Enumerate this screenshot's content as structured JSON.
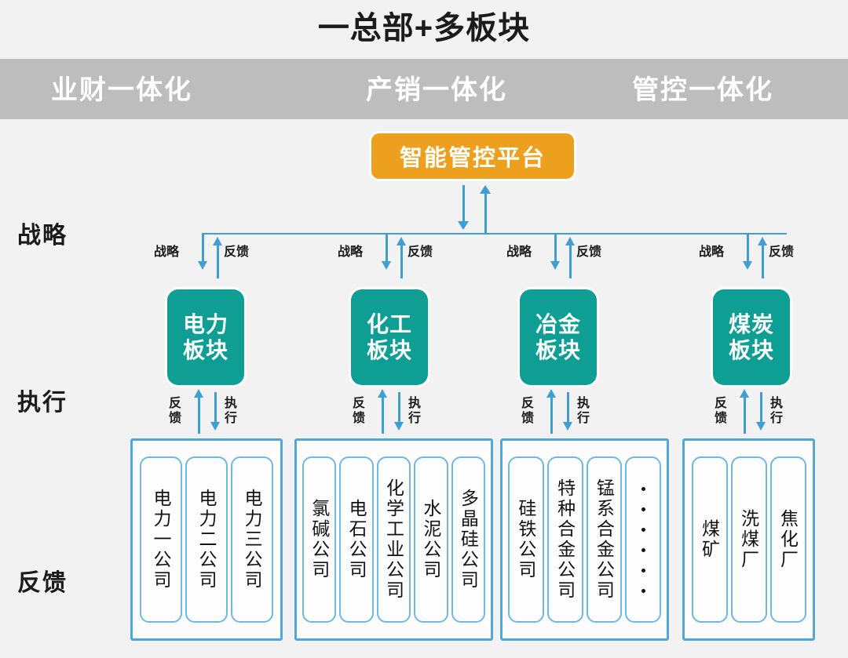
{
  "header": {
    "title": "一总部+多板块",
    "band_labels": [
      "业财一体化",
      "产销一体化",
      "管控一体化"
    ],
    "band_color": "#bdbdbd",
    "background": "#f2f2f2"
  },
  "row_labels": [
    "战略",
    "执行",
    "反馈"
  ],
  "platform": {
    "label": "智能管控平台",
    "color": "#eda01e",
    "text_color": "#ffffff"
  },
  "connectors": {
    "down_label": "战略",
    "up_label": "反馈",
    "exec_down_label": "执行",
    "exec_up_label": "反馈",
    "line_color": "#3f9fd2"
  },
  "sectors": [
    {
      "name": "电力板块",
      "color": "#0e9e93",
      "companies": [
        "电力一公司",
        "电力二公司",
        "电力三公司"
      ]
    },
    {
      "name": "化工板块",
      "color": "#0e9e93",
      "companies": [
        "氯碱公司",
        "电石公司",
        "化学工业公司",
        "水泥公司",
        "多晶硅公司"
      ]
    },
    {
      "name": "冶金板块",
      "color": "#0e9e93",
      "companies": [
        "硅铁公司",
        "特种合金公司",
        "锰系合金公司",
        "dots"
      ]
    },
    {
      "name": "煤炭板块",
      "color": "#0e9e93",
      "companies": [
        "煤矿",
        "洗煤厂",
        "焦化厂"
      ]
    }
  ],
  "group_border_color": "#4fa7db",
  "dots_count": 6
}
